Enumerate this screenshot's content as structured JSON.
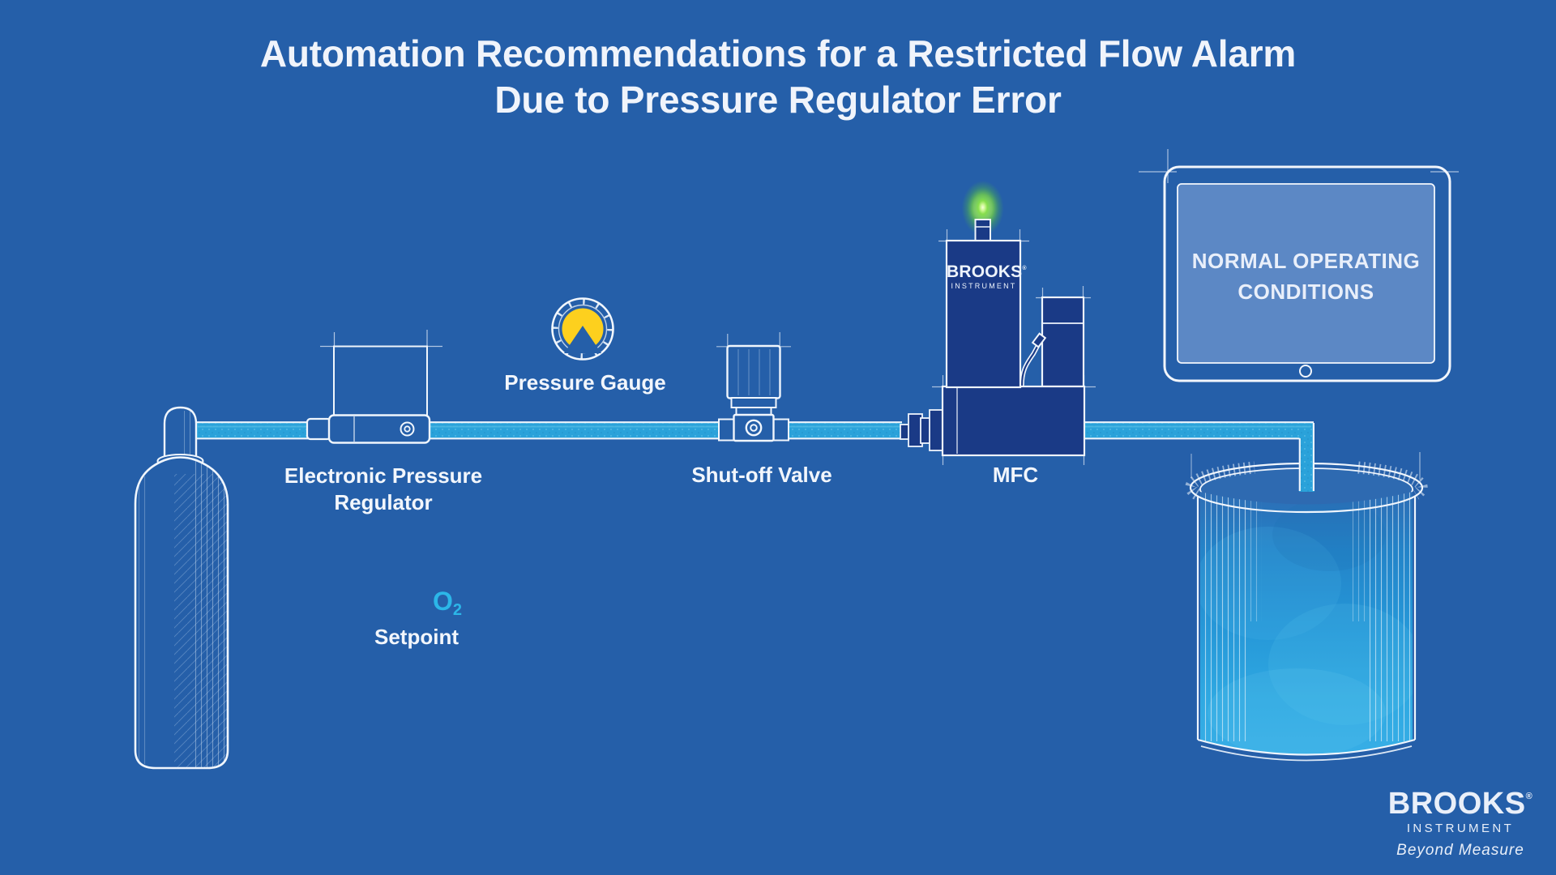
{
  "title": {
    "line1": "Automation Recommendations for a Restricted Flow Alarm",
    "line2": "Due to Pressure Regulator Error"
  },
  "labels": {
    "pressure_gauge": "Pressure Gauge",
    "epr_line1": "Electronic Pressure",
    "epr_line2": "Regulator",
    "shutoff_valve": "Shut-off Valve",
    "mfc": "MFC",
    "gas": "O",
    "gas_subscript": "2",
    "setpoint": "Setpoint"
  },
  "mfc_device": {
    "brand": "BROOKS",
    "brand_mark": "®",
    "brand_sub": "INSTRUMENT",
    "status_led": "green-on"
  },
  "monitor": {
    "status_line1": "NORMAL OPERATING",
    "status_line2": "CONDITIONS"
  },
  "footer": {
    "brand": "BROOKS",
    "brand_mark": "®",
    "brand_sub": "INSTRUMENT",
    "tagline": "Beyond Measure"
  },
  "colors": {
    "background": "#255fa9",
    "device_navy": "#1a3a86",
    "pipe_cyan": "#2aa2da",
    "pipe_cyan_light": "#63c8ec",
    "gauge_yellow": "#fdd01e",
    "o2_cyan": "#2cb6e8",
    "screen_blue": "#5c88c5",
    "line_white": "#eef4fc",
    "led_green": "#7edd3f",
    "tank_liquid": "#2aa4e0"
  }
}
